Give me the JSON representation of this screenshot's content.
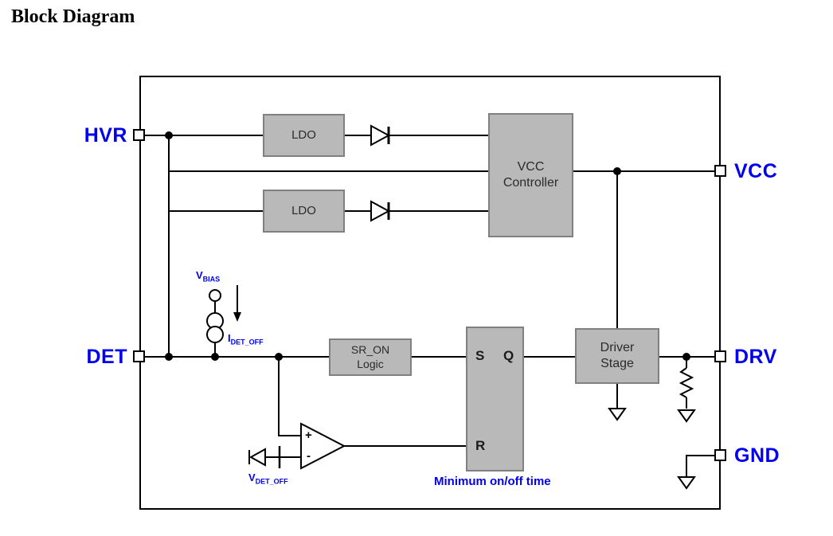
{
  "title": "Block Diagram",
  "pins": {
    "hvr": "HVR",
    "det": "DET",
    "vcc": "VCC",
    "drv": "DRV",
    "gnd": "GND"
  },
  "blocks": {
    "ldo1": "LDO",
    "ldo2": "LDO",
    "vcc_ctrl_l1": "VCC",
    "vcc_ctrl_l2": "Controller",
    "sr_logic_l1": "SR_ON",
    "sr_logic_l2": "Logic",
    "driver_l1": "Driver",
    "driver_l2": "Stage",
    "latch_s": "S",
    "latch_q": "Q",
    "latch_r": "R"
  },
  "labels": {
    "vbias_main": "V",
    "vbias_sub": "BIAS",
    "idet_main": "I",
    "idet_sub": "DET_OFF",
    "vdet_main": "V",
    "vdet_sub": "DET_OFF",
    "min_onoff": "Minimum on/off time",
    "comp_plus": "+",
    "comp_minus": "-"
  },
  "colors": {
    "block_fill": "#b9b9b9",
    "block_border": "#808080",
    "wire": "#000000",
    "label_blue": "#0000ee"
  }
}
